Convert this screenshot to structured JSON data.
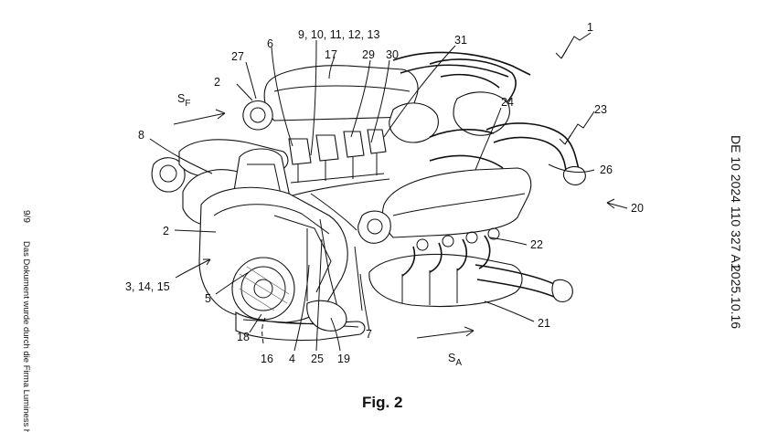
{
  "figure": {
    "caption": "Fig. 2",
    "sheet_number": "9/9",
    "left_margin_text": "Das Dokument wurde durch die Firma Luminess he",
    "right_margin_publication": "DE 10 2024 110 327 A1",
    "right_margin_date": "2025.10.16",
    "arrow_front_base": "S",
    "arrow_front_sub": "F",
    "arrow_exhaust_base": "S",
    "arrow_exhaust_sub": "A",
    "labels": {
      "l1": "1",
      "l2a": "2",
      "l2b": "2",
      "l27": "27",
      "l6": "6",
      "l9_13": "9, 10, 11, 12, 13",
      "l17": "17",
      "l29": "29",
      "l30": "30",
      "l31": "31",
      "l8": "8",
      "l24": "24",
      "l23": "23",
      "l26": "26",
      "l20": "20",
      "l22": "22",
      "l3_15": "3, 14, 15",
      "l5": "5",
      "l18": "18",
      "l16": "16",
      "l4": "4",
      "l25": "25",
      "l19": "19",
      "l7": "7",
      "l21": "21"
    }
  }
}
